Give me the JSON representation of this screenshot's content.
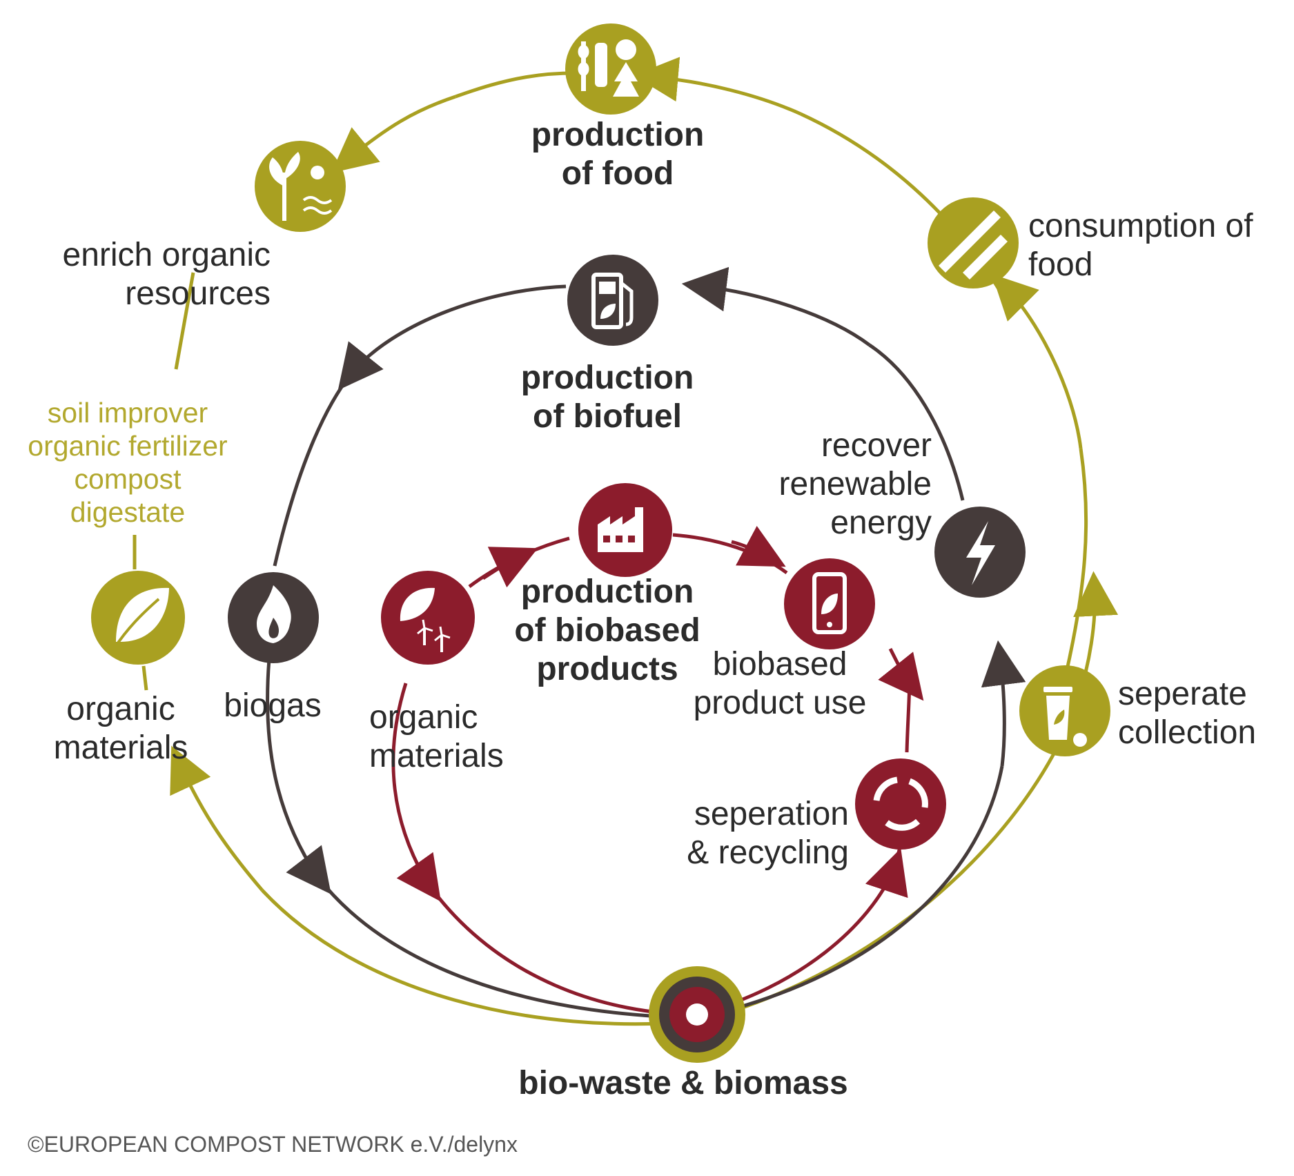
{
  "colors": {
    "olive": "#a9a021",
    "dark": "#453b3a",
    "red": "#8c1c2c",
    "olive_text": "#b2a82e"
  },
  "outer_cycle": {
    "production_of_food": [
      "production",
      "of food"
    ],
    "consumption_of_food": [
      "consumption of",
      "food"
    ],
    "seperate_collection": [
      "seperate",
      "collection"
    ],
    "enrich_organic_resources": [
      "enrich organic",
      "resources"
    ],
    "soil_products": [
      "soil improver",
      "organic fertilizer",
      "compost",
      "digestate"
    ],
    "organic_materials": [
      "organic",
      "materials"
    ]
  },
  "middle_cycle": {
    "production_of_biofuel": [
      "production",
      "of biofuel"
    ],
    "recover_renewable_energy": [
      "recover",
      "renewable",
      "energy"
    ],
    "biogas": "biogas"
  },
  "inner_cycle": {
    "production_of_biobased_products": [
      "production",
      "of biobased",
      "products"
    ],
    "biobased_product_use": [
      "biobased",
      "product use"
    ],
    "seperation_recycling": [
      "seperation",
      "& recycling"
    ],
    "organic_materials": [
      "organic",
      "materials"
    ]
  },
  "center_node": "bio-waste & biomass",
  "icons": {
    "food": "food-production-icon",
    "cutlery": "cutlery-icon",
    "bin": "waste-bin-icon",
    "plant_sun": "plant-sun-water-icon",
    "leaf": "leaf-icon",
    "fuel": "fuel-pump-icon",
    "lightning": "lightning-icon",
    "flame": "flame-icon",
    "factory": "factory-icon",
    "phone": "phone-leaf-icon",
    "recycle": "recycle-icon",
    "leaf_wind": "leaf-wind-icon"
  },
  "copyright": "©EUROPEAN COMPOST NETWORK e.V./delynx"
}
